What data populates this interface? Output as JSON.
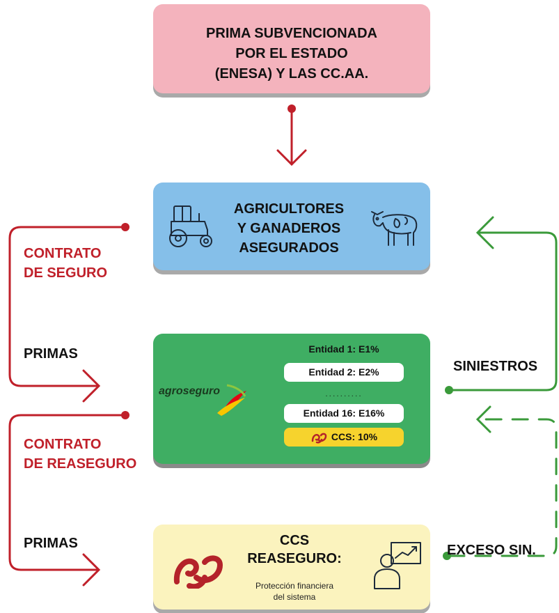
{
  "top_box": {
    "line1": "PRIMA SUBVENCIONADA",
    "line2": "POR EL ESTADO",
    "line3": "(ENESA) Y LAS CC.AA."
  },
  "farm_box": {
    "line1": "AGRICULTORES",
    "line2": "Y GANADEROS",
    "line3": "ASEGURADOS"
  },
  "agro_box": {
    "logo_text": "agroseguro",
    "entities": {
      "e1": "Entidad 1: E1%",
      "e2": "Entidad 2: E2%",
      "dots": "..........",
      "e16": "Entidad 16: E16%",
      "ccs": "CCS: 10%"
    }
  },
  "ccs_box": {
    "line1": "CCS",
    "line2": "REASEGURO:",
    "sub1": "Protección financiera",
    "sub2": "del sistema"
  },
  "left_labels": {
    "contrato_seguro_1": "CONTRATO",
    "contrato_seguro_2": "DE SEGURO",
    "primas_1": "PRIMAS",
    "contrato_reaseguro_1": "CONTRATO",
    "contrato_reaseguro_2": "DE REASEGURO",
    "primas_2": "PRIMAS"
  },
  "right_labels": {
    "siniestros": "SINIESTROS",
    "exceso": "EXCESO SIN."
  },
  "colors": {
    "red_flow": "#c0202a",
    "green_flow": "#3a9a3a",
    "pink_box": "#f4b3bd",
    "blue_box": "#85bfe9",
    "green_box": "#3fae63",
    "yellow_box": "#fbf3be",
    "ccs_red": "#b4232a"
  },
  "icons": [
    "tractor-icon",
    "cow-icon",
    "ccs-logo-icon",
    "presentation-person-icon",
    "agroseguro-logo"
  ]
}
